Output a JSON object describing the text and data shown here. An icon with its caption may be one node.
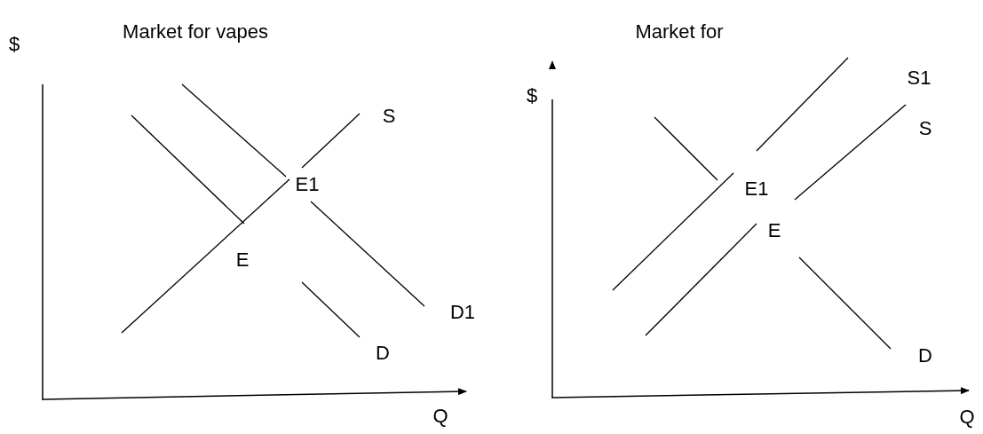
{
  "diagram": {
    "labels": [
      "Market for vapes",
      "$",
      "S",
      "E1",
      "E",
      "D1",
      "D",
      "Q",
      "Market for",
      "$",
      "S1",
      "S",
      "E1",
      "E",
      "D",
      "Q"
    ]
  }
}
